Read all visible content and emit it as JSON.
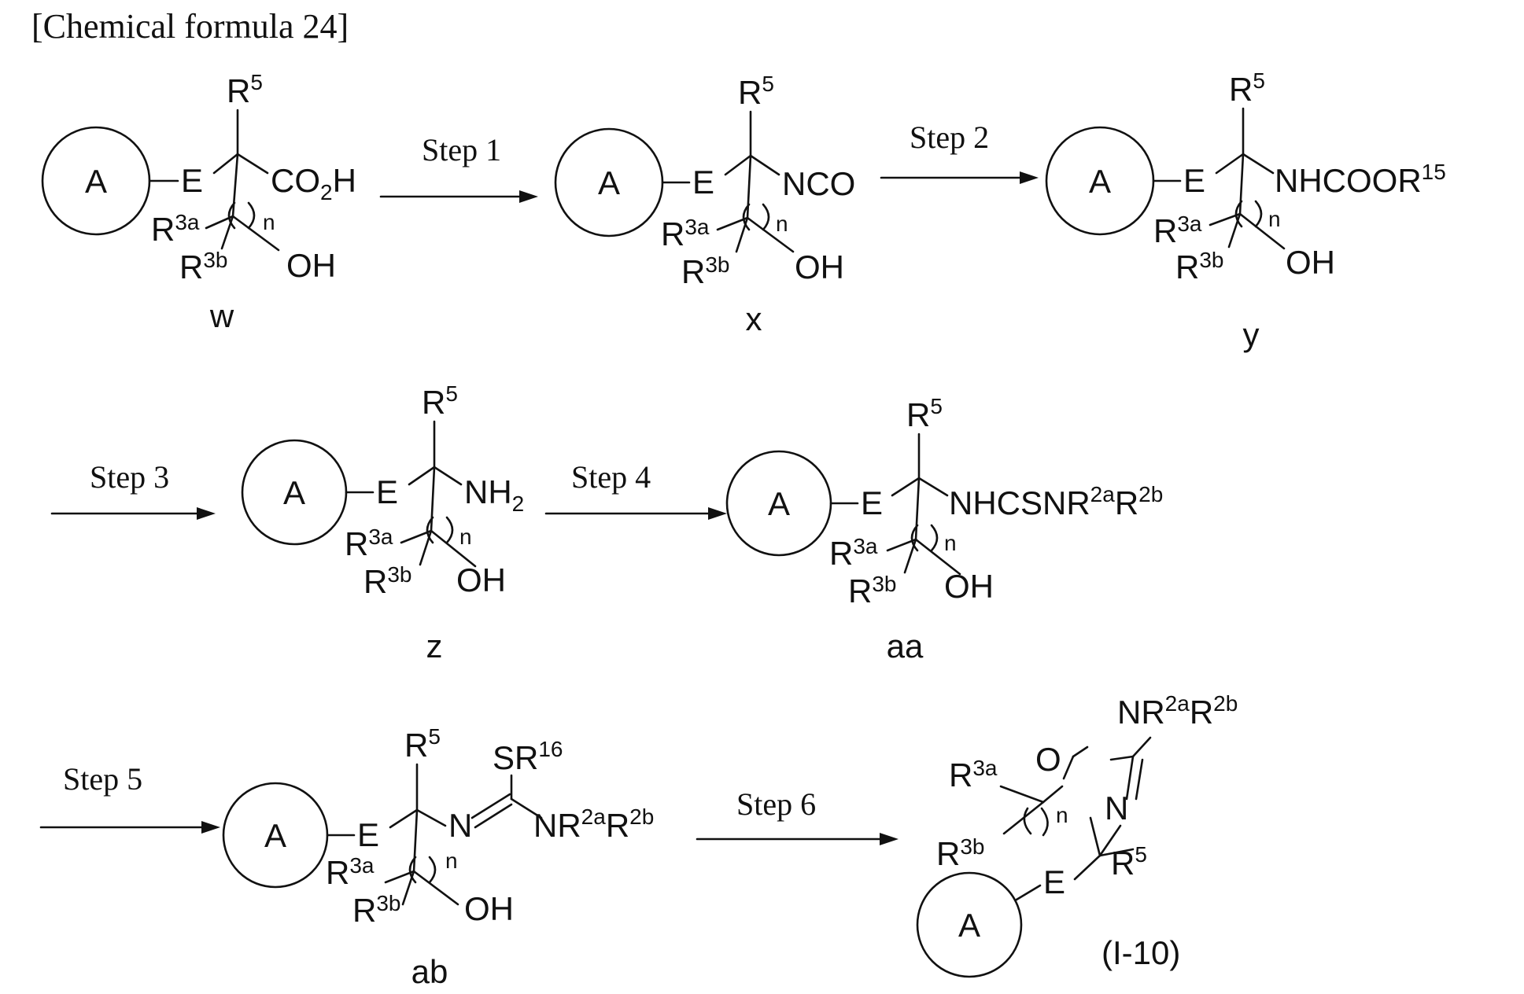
{
  "title": "[Chemical formula 24]",
  "ring_label": "A",
  "labels": {
    "E": "E",
    "R": "R",
    "sup5": "5",
    "sup3a": "3a",
    "sup3b": "3b",
    "n": "n",
    "OH": "OH",
    "CO": "CO",
    "sub2": "2",
    "H": "H",
    "NCO": "NCO",
    "NHCOOR": "NHCOOR",
    "sup15": "15",
    "NH": "NH",
    "NHCSNR": "NHCSNR",
    "sup2a": "2a",
    "sup2b": "2b",
    "SR": "SR",
    "sup16": "16",
    "N": "N",
    "NR": "NR",
    "O": "O"
  },
  "steps": [
    "Step 1",
    "Step 2",
    "Step 3",
    "Step 4",
    "Step 5",
    "Step 6"
  ],
  "compounds": [
    "w",
    "x",
    "y",
    "z",
    "aa",
    "ab",
    "(I-10)"
  ]
}
